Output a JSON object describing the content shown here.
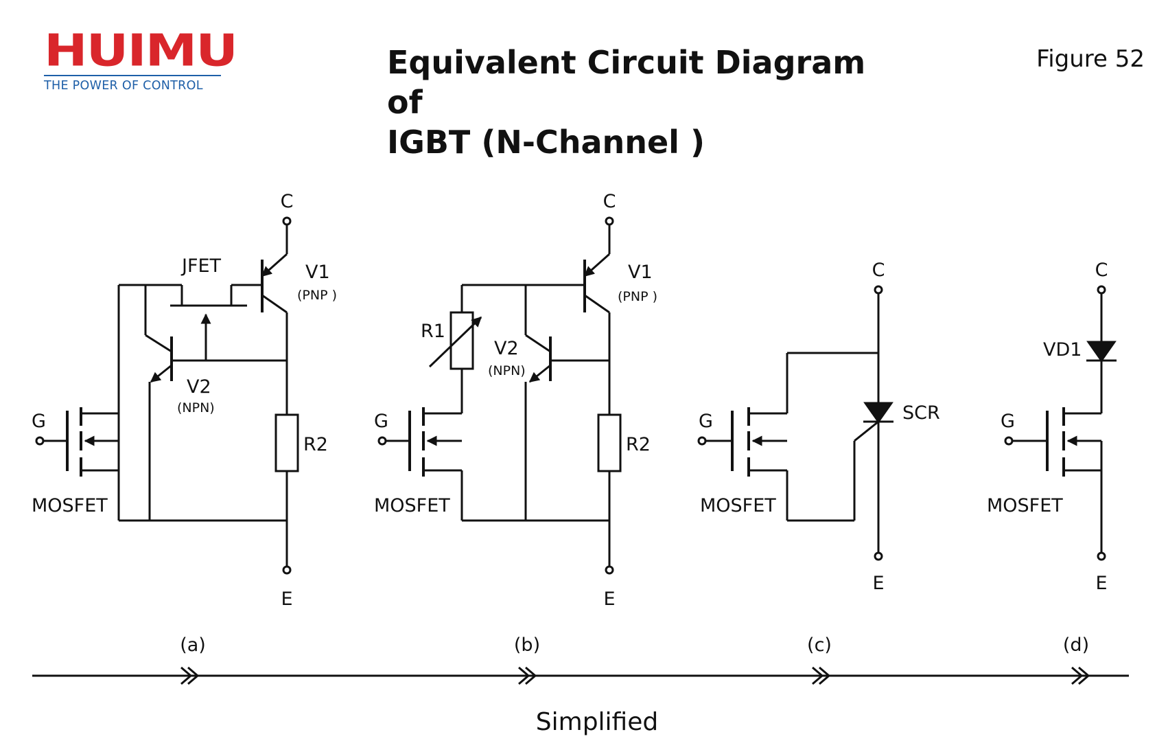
{
  "logo": {
    "wordmark": "HUIMU",
    "tagline": "THE POWER OF CONTROL"
  },
  "title": {
    "line1": "Equivalent Circuit Diagram of",
    "line2": "IGBT (N-Channel )"
  },
  "figure_number": "Figure 52",
  "colors": {
    "logo_red": "#d9262b",
    "logo_blue": "#1e5fa8",
    "ink": "#111111"
  },
  "circuits": {
    "a": {
      "caption": "(a)",
      "collector": "C",
      "emitter": "E",
      "gate": "G",
      "jfet": "JFET",
      "v1": "V1",
      "v1_type": "(PNP )",
      "v2": "V2",
      "v2_type": "(NPN)",
      "r2": "R2",
      "mosfet": "MOSFET"
    },
    "b": {
      "caption": "(b)",
      "collector": "C",
      "emitter": "E",
      "gate": "G",
      "v1": "V1",
      "v1_type": "(PNP )",
      "v2": "V2",
      "v2_type": "(NPN)",
      "r1": "R1",
      "r2": "R2",
      "mosfet": "MOSFET"
    },
    "c": {
      "caption": "(c)",
      "collector": "C",
      "emitter": "E",
      "gate": "G",
      "scr": "SCR",
      "mosfet": "MOSFET"
    },
    "d": {
      "caption": "(d)",
      "collector": "C",
      "emitter": "E",
      "gate": "G",
      "vd1": "VD1",
      "mosfet": "MOSFET"
    }
  },
  "progression_label": "Simplified"
}
